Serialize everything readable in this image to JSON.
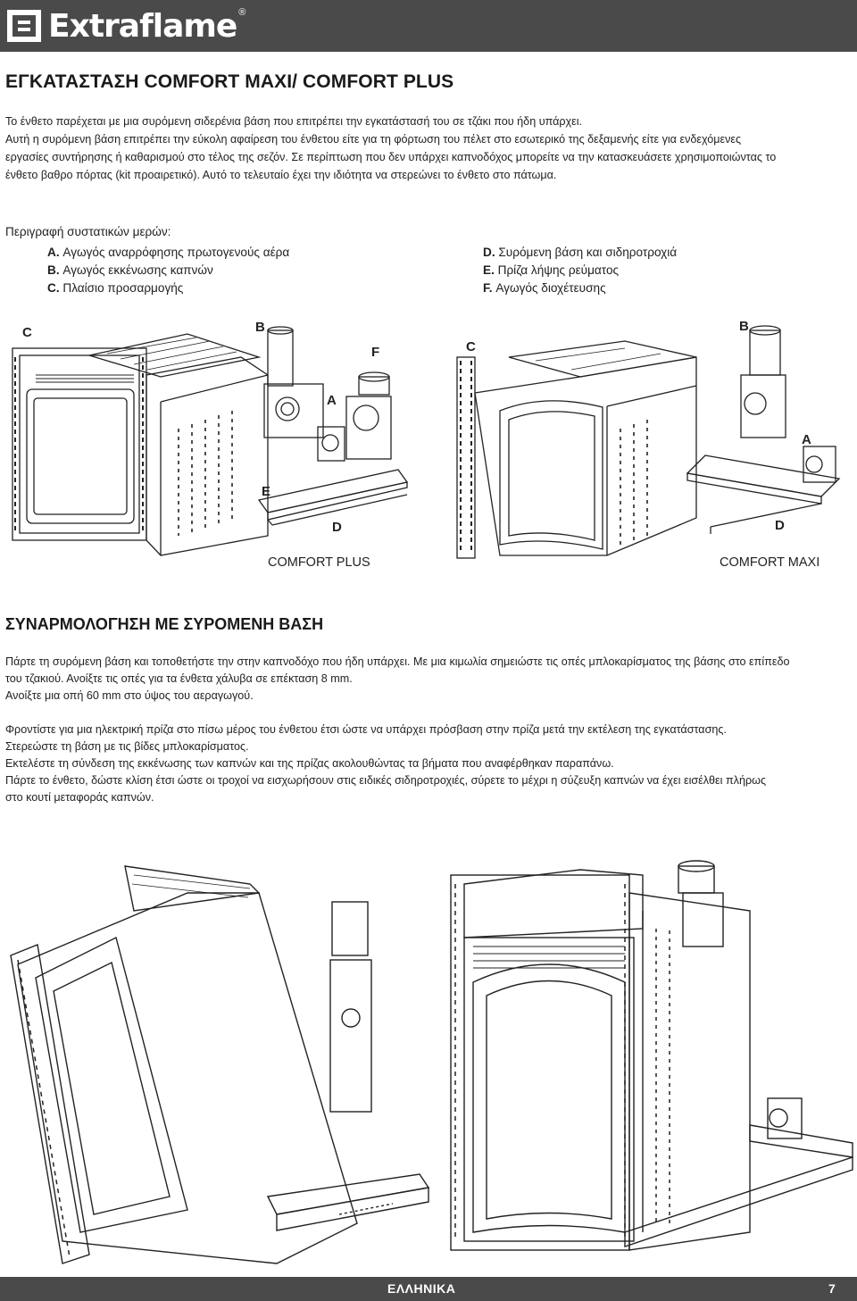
{
  "header": {
    "brand": "Extraflame",
    "registered": "®"
  },
  "title": "ΕΓΚΑΤΑΣΤΑΣΗ COMFORT MAXI/ COMFORT PLUS",
  "intro": [
    "Το ένθετο παρέχεται με μια συρόμενη σιδερένια βάση που επιτρέπει την εγκατάστασή του σε τζάκι που ήδη υπάρχει.",
    "Αυτή η συρόμενη βάση επιτρέπει την εύκολη αφαίρεση του ένθετου είτε για τη φόρτωση του πέλετ στο εσωτερικό της δεξαμενής είτε για ενδεχόμενες",
    "εργασίες συντήρησης ή καθαρισμού στο τέλος της σεζόν. Σε περίπτωση που δεν υπάρχει καπνοδόχος μπορείτε να την κατασκευάσετε χρησιμοποιώντας το",
    "ένθετο βαθρο πόρτας (kit προαιρετικό). Αυτό το τελευταίο έχει την ιδιότητα να στερεώνει το ένθετο στο πάτωμα."
  ],
  "parts": {
    "heading": "Περιγραφή συστατικών μερών:",
    "left": [
      {
        "key": "A.",
        "text": " Αγωγός αναρρόφησης πρωτογενούς αέρα"
      },
      {
        "key": "B.",
        "text": " Αγωγός εκκένωσης καπνών"
      },
      {
        "key": "C.",
        "text": " Πλαίσιο προσαρμογής"
      }
    ],
    "right": [
      {
        "key": "D.",
        "text": " Συρόμενη βάση και σιδηροτροχιά"
      },
      {
        "key": "E.",
        "text": " Πρίζα λήψης ρεύματος"
      },
      {
        "key": "F.",
        "text": " Αγωγός διοχέτευσης"
      }
    ]
  },
  "diagrams": {
    "plus_label": "COMFORT PLUS",
    "maxi_label": "COMFORT MAXI",
    "letters": {
      "a": "A",
      "b": "B",
      "c": "C",
      "d": "D",
      "e": "E",
      "f": "F"
    }
  },
  "section": {
    "title": "ΣΥΝΑΡΜΟΛΟΓΗΣΗ ΜΕ ΣΥΡΟΜΕΝΗ ΒΑΣΗ",
    "para1": [
      "Πάρτε τη συρόμενη βάση και τοποθετήστε την στην καπνοδόχο που ήδη υπάρχει. Με μια κιμωλία σημειώστε τις οπές μπλοκαρίσματος της βάσης στο επίπεδο",
      "του τζακιού. Ανοίξτε τις οπές για τα ένθετα χάλυβα σε επέκταση 8 mm.",
      "Ανοίξτε μια οπή 60 mm στο ύψος του αεραγωγού."
    ],
    "para2": [
      "Φροντίστε για μια ηλεκτρική πρίζα στο πίσω μέρος του ένθετου έτσι ώστε να υπάρχει πρόσβαση στην πρίζα μετά την εκτέλεση της εγκατάστασης.",
      "Στερεώστε τη βάση με τις βίδες μπλοκαρίσματος.",
      "Εκτελέστε τη σύνδεση της εκκένωσης των καπνών και της πρίζας ακολουθώντας τα βήματα που αναφέρθηκαν παραπάνω.",
      "Πάρτε το ένθετο, δώστε κλίση έτσι ώστε οι τροχοί να εισχωρήσουν στις ειδικές σιδηροτροχιές, σύρετε το μέχρι η σύζευξη καπνών να έχει εισέλθει πλήρως",
      "στο κουτί μεταφοράς καπνών."
    ]
  },
  "footer": {
    "language": "ΕΛΛΗΝΙΚΑ",
    "page": "7"
  }
}
